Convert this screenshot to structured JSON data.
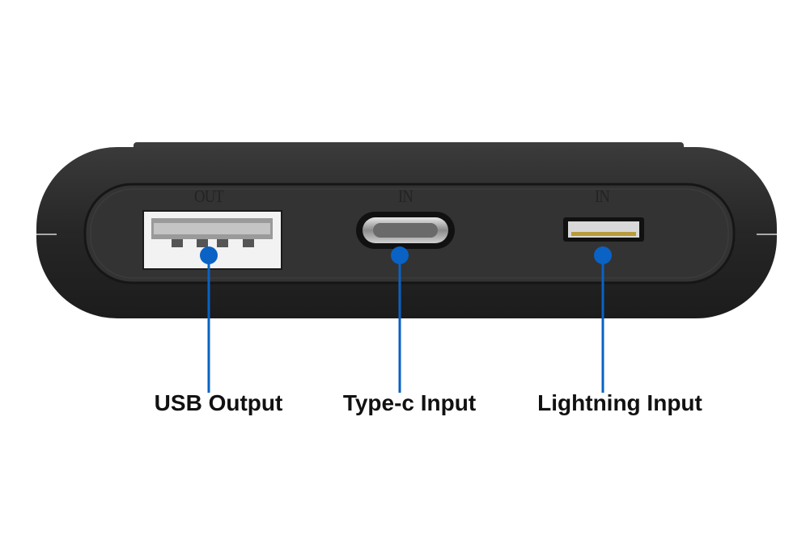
{
  "device": {
    "ports": [
      {
        "marking": "OUT",
        "callout": "USB Output"
      },
      {
        "marking": "IN",
        "callout": "Type-c Input"
      },
      {
        "marking": "IN",
        "callout": "Lightning Input"
      }
    ]
  },
  "colors": {
    "callout": "#0a62c4",
    "body": "#2b2b2b",
    "panel": "#323232"
  }
}
